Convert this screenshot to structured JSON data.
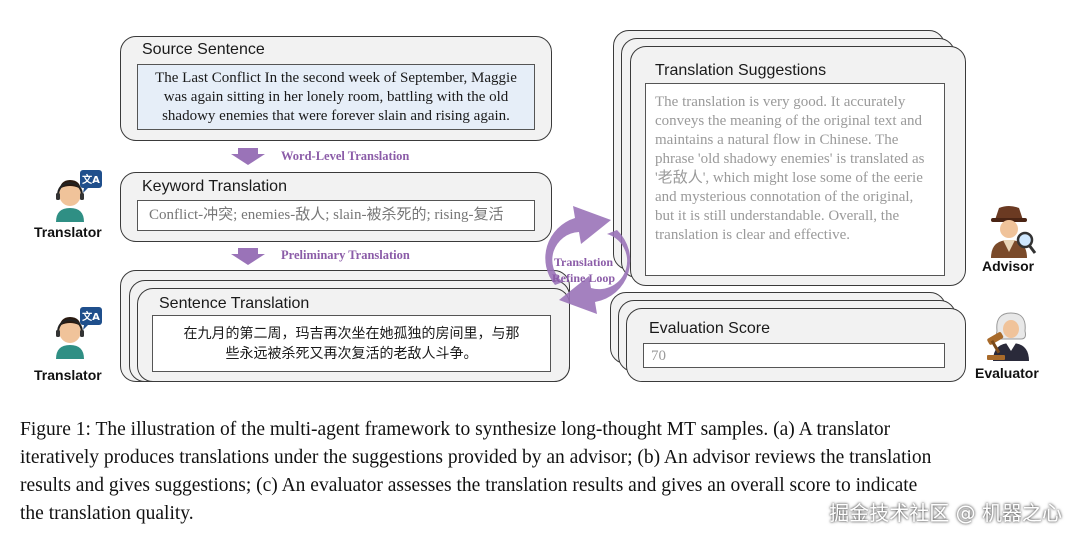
{
  "source": {
    "title": "Source Sentence",
    "lines": [
      "The Last Conflict In the second week of September, Maggie",
      "was again sitting in her lonely room, battling with the old",
      "shadowy enemies that were forever slain and rising again."
    ]
  },
  "word_level_label": "Word-Level Translation",
  "keyword": {
    "title": "Keyword Translation",
    "text": "Conflict-冲突; enemies-敌人; slain-被杀死的; rising-复活"
  },
  "preliminary_label": "Preliminary Translation",
  "sentence": {
    "title": "Sentence Translation",
    "lines": [
      "在九月的第二周，玛吉再次坐在她孤独的房间里，与那",
      "些永远被杀死又再次复活的老敌人斗争。"
    ]
  },
  "loop_label": {
    "line1": "Translation",
    "line2": "Refine Loop"
  },
  "suggestions": {
    "title": "Translation Suggestions",
    "lines": [
      "The translation is very good. It accurately",
      "conveys the meaning of the original text and",
      "maintains a natural flow in Chinese. The",
      "phrase 'old shadowy enemies' is translated as",
      "'老敌人', which might lose some of the eerie",
      "and mysterious connotation of the original,",
      "but it is still understandable. Overall, the",
      "translation is clear and effective."
    ]
  },
  "evaluation": {
    "title": "Evaluation Score",
    "value": "70"
  },
  "roles": {
    "translator1": "Translator",
    "translator2": "Translator",
    "advisor": "Advisor",
    "evaluator": "Evaluator"
  },
  "translate_icon_text": "文A",
  "caption": {
    "lines": [
      "Figure 1: The illustration of the multi-agent framework to synthesize long-thought MT samples. (a) A translator",
      "iteratively produces translations under the suggestions provided by an advisor; (b) An advisor reviews the translation",
      "results and gives suggestions; (c) An evaluator assesses the translation results and gives an overall score to indicate",
      "the translation quality."
    ]
  },
  "watermark": "掘金技术社区 @ 机器之心",
  "colors": {
    "accent_purple": "#9a73b8",
    "label_purple": "#8b5ca8",
    "panel_gray": "#f2f2f2",
    "source_box": "#e6eef8"
  }
}
